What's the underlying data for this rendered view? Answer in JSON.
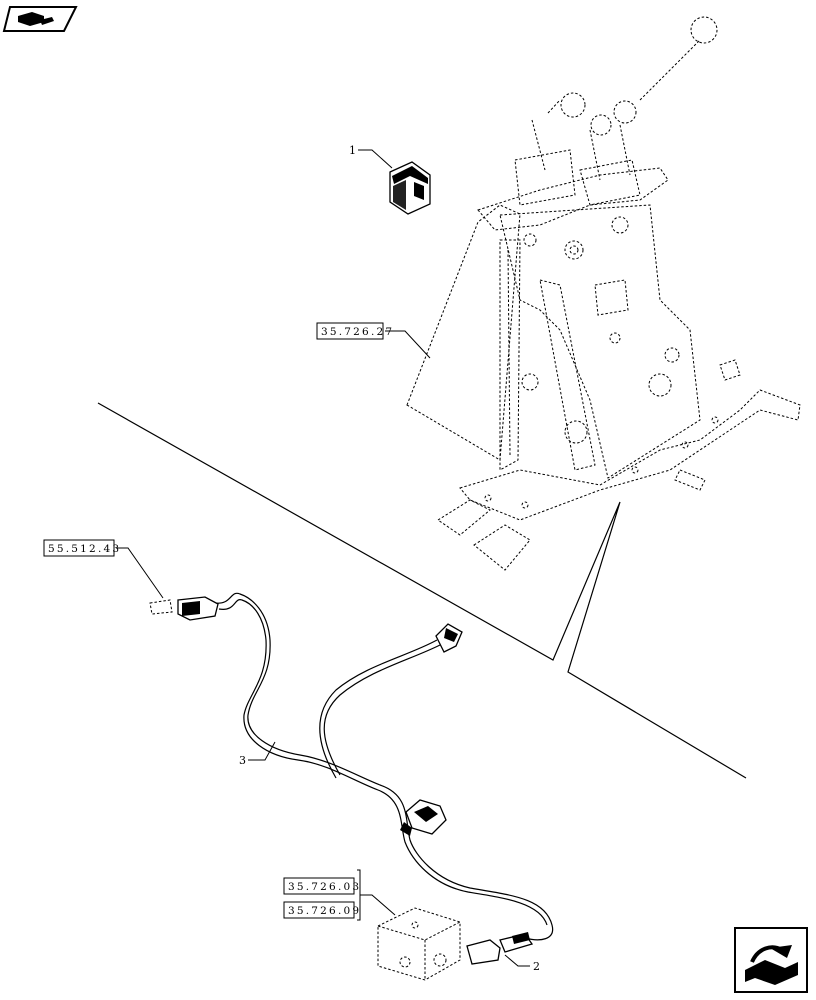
{
  "callouts": {
    "item1": "1",
    "item2": "2",
    "item3": "3"
  },
  "references": {
    "console_ref": "35.726.27",
    "sensor_ref": "55.512.43",
    "valve_ref_a": "35.726.03",
    "valve_ref_b": "35.726.09"
  },
  "icons": {
    "top_left": "previous-page-icon",
    "bottom_right": "next-page-icon"
  }
}
